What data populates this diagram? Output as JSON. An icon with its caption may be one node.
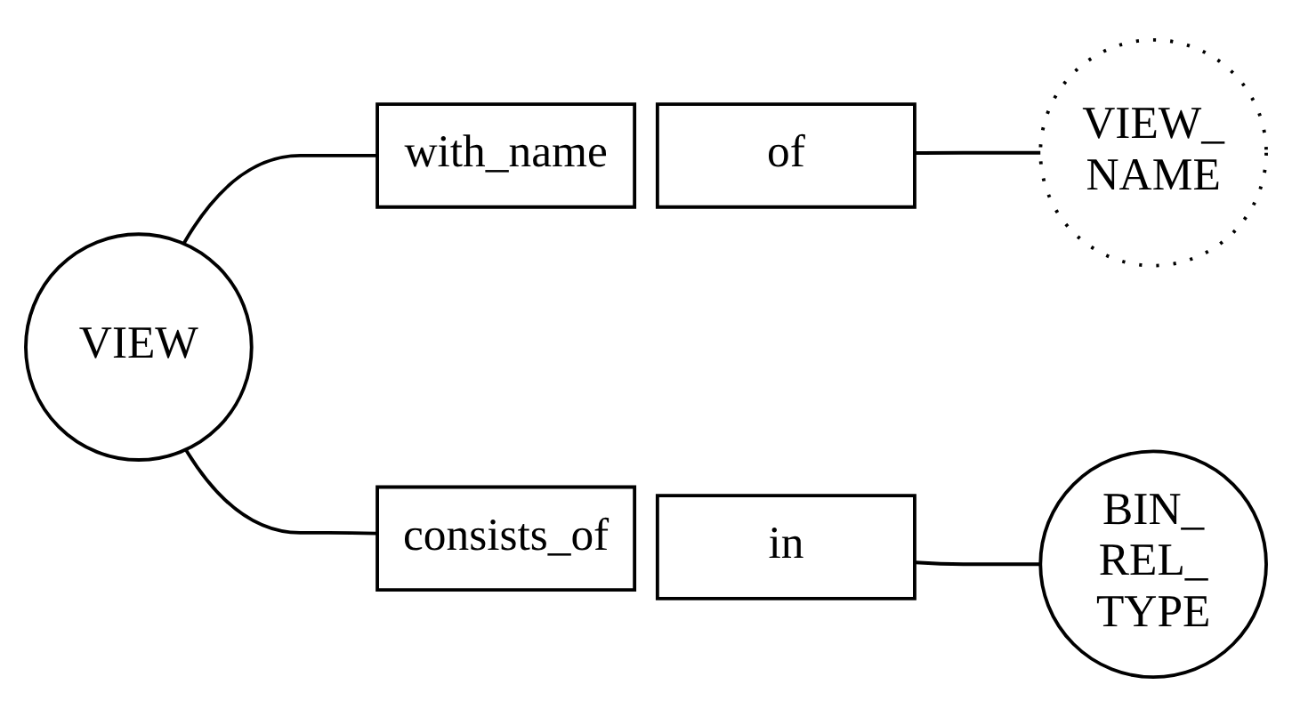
{
  "diagram": {
    "nodes": [
      {
        "text": [
          "VIEW"
        ]
      },
      {
        "text": [
          "with_name"
        ]
      },
      {
        "text": [
          "of"
        ]
      },
      {
        "text": [
          "VIEW_ NAME"
        ]
      },
      {
        "text": [
          "consists_of"
        ]
      },
      {
        "text": [
          "in"
        ]
      },
      {
        "text": [
          "BIN_ REL_ TYPE"
        ]
      }
    ],
    "edges": [
      {
        "from": 0,
        "to": 1,
        "arrow": "none"
      },
      {
        "from": 2,
        "to": 3,
        "arrow": "none"
      },
      {
        "from": 0,
        "to": 4,
        "arrow": "none"
      },
      {
        "from": 5,
        "to": 6,
        "arrow": "none"
      }
    ]
  }
}
